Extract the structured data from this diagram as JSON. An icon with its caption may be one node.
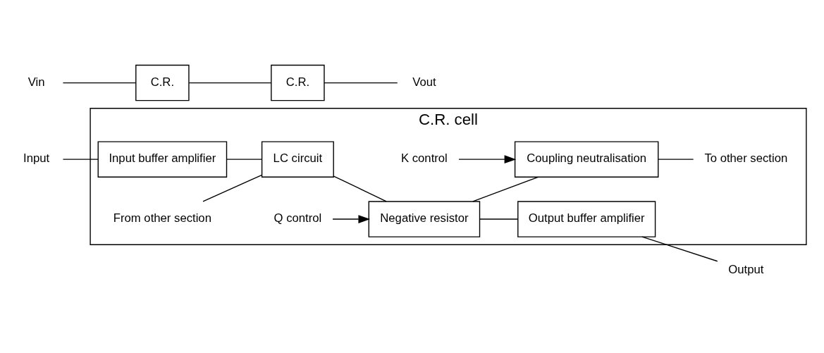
{
  "diagram": {
    "nodes": [
      {
        "text": [
          "C.R. cell"
        ]
      },
      {
        "text": [
          "Input"
        ]
      },
      {
        "text": [
          "Input buffer amplifier"
        ],
        "in": 0
      },
      {
        "text": [
          "LC circuit"
        ],
        "in": 0
      },
      {
        "text": [
          "Negative resistor"
        ],
        "in": 0
      },
      {
        "text": [
          "Output buffer amplifier"
        ],
        "in": 0
      },
      {
        "text": [
          "Coupling neutralisation"
        ],
        "in": 0
      },
      {
        "text": [
          "Output"
        ]
      },
      {
        "text": [
          "From other section"
        ],
        "in": 0
      },
      {
        "text": [
          "Q control"
        ],
        "in": 0
      },
      {
        "text": [
          "K control"
        ],
        "in": 0
      },
      {
        "text": [
          "To other section"
        ],
        "in": 0
      },
      {
        "text": [
          "Vin"
        ]
      },
      {
        "text": [
          "C.R."
        ]
      },
      {
        "text": [
          "C.R."
        ]
      },
      {
        "text": [
          "Vout"
        ]
      }
    ],
    "edges": [
      {
        "from": 1,
        "to": 2,
        "arrow": "none"
      },
      {
        "from": 2,
        "to": 3,
        "arrow": "none"
      },
      {
        "from": 8,
        "to": 3,
        "arrow": "none"
      },
      {
        "from": 3,
        "to": 4,
        "arrow": "none"
      },
      {
        "from": 4,
        "to": 5,
        "arrow": "none"
      },
      {
        "from": 4,
        "to": 6,
        "arrow": "none"
      },
      {
        "from": 5,
        "to": 7,
        "arrow": "none"
      },
      {
        "from": 9,
        "to": 4,
        "arrow": "to"
      },
      {
        "from": 10,
        "to": 6,
        "arrow": "to"
      },
      {
        "from": 6,
        "to": 11,
        "arrow": "none"
      },
      {
        "from": 12,
        "to": 13,
        "arrow": "none"
      },
      {
        "from": 13,
        "to": 14,
        "arrow": "none"
      },
      {
        "from": 14,
        "to": 15,
        "arrow": "none"
      }
    ]
  }
}
